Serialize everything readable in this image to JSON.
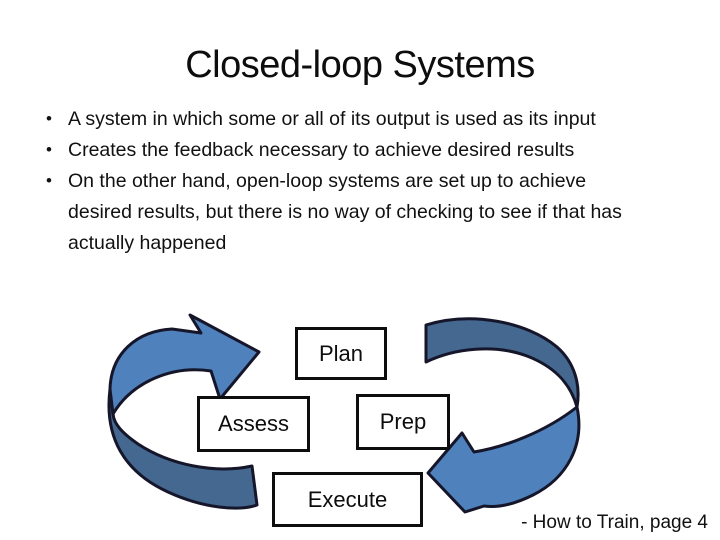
{
  "slide": {
    "title": "Closed-loop Systems",
    "bullet_char": "•",
    "bullets": [
      "A system in which some or all of its output is used as its input",
      "Creates the feedback necessary to achieve desired results",
      "On the other hand, open-loop systems are set up to achieve desired results, but there is no way of checking to see if that has actually happened"
    ],
    "footer": "- How to Train, page 4"
  },
  "diagram": {
    "type": "cycle",
    "nodes": [
      {
        "label": "Plan"
      },
      {
        "label": "Assess"
      },
      {
        "label": "Prep"
      },
      {
        "label": "Execute"
      }
    ],
    "arrows": [
      {
        "name": "left-curved-arrow",
        "points": "up-right toward Plan"
      },
      {
        "name": "right-curved-arrow",
        "points": "down-left toward Execute"
      }
    ],
    "colors": {
      "arrow_light": "#4f81bd",
      "arrow_dark": "#44688f",
      "arrow_outline": "#16162b",
      "box_border": "#0d0d0d",
      "box_fill": "#ffffff"
    }
  }
}
